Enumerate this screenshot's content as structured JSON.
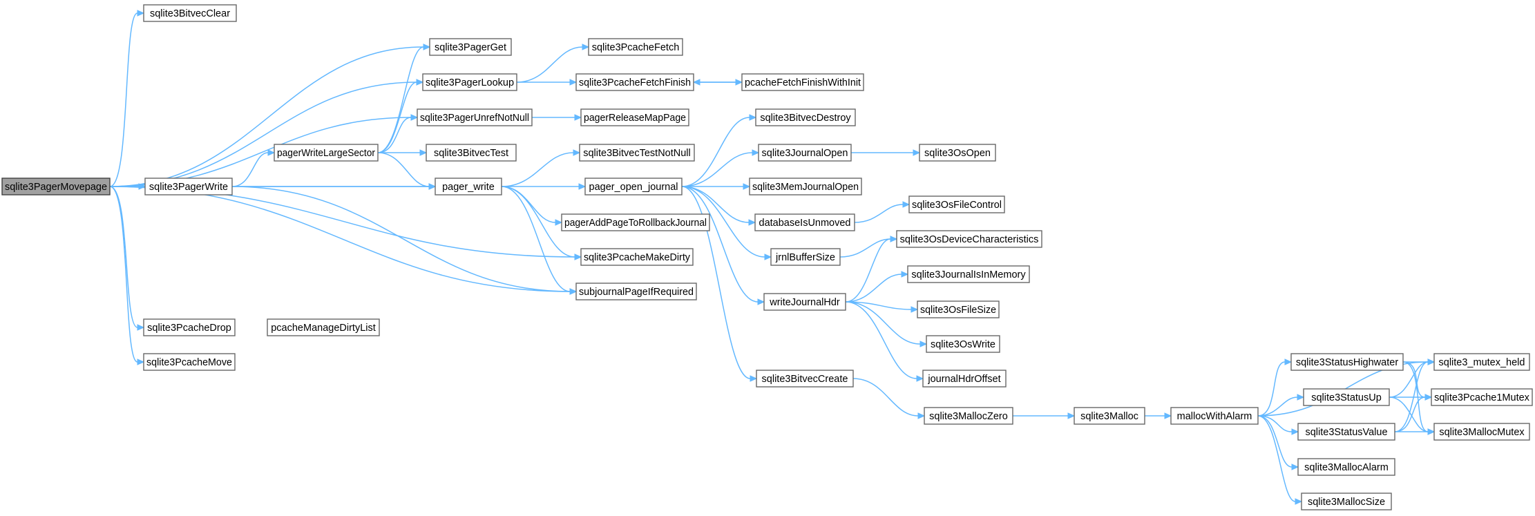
{
  "nodes": [
    {
      "id": "sqlite3PagerMovepage",
      "label": "sqlite3PagerMovepage",
      "root": true
    },
    {
      "id": "sqlite3BitvecClear",
      "label": "sqlite3BitvecClear"
    },
    {
      "id": "sqlite3PagerGet",
      "label": "sqlite3PagerGet"
    },
    {
      "id": "sqlite3PagerLookup",
      "label": "sqlite3PagerLookup"
    },
    {
      "id": "sqlite3PagerUnrefNotNull",
      "label": "sqlite3PagerUnrefNotNull"
    },
    {
      "id": "sqlite3PagerWrite",
      "label": "sqlite3PagerWrite"
    },
    {
      "id": "pagerWriteLargeSector",
      "label": "pagerWriteLargeSector"
    },
    {
      "id": "sqlite3BitvecTest",
      "label": "sqlite3BitvecTest"
    },
    {
      "id": "pager_write",
      "label": "pager_write"
    },
    {
      "id": "sqlite3PcacheFetch",
      "label": "sqlite3PcacheFetch"
    },
    {
      "id": "sqlite3PcacheFetchFinish",
      "label": "sqlite3PcacheFetchFinish"
    },
    {
      "id": "pcacheFetchFinishWithInit",
      "label": "pcacheFetchFinishWithInit"
    },
    {
      "id": "pagerReleaseMapPage",
      "label": "pagerReleaseMapPage"
    },
    {
      "id": "sqlite3BitvecTestNotNull",
      "label": "sqlite3BitvecTestNotNull"
    },
    {
      "id": "pager_open_journal",
      "label": "pager_open_journal"
    },
    {
      "id": "pagerAddPageToRollbackJournal",
      "label": "pagerAddPageToRollbackJournal"
    },
    {
      "id": "sqlite3PcacheMakeDirty",
      "label": "sqlite3PcacheMakeDirty"
    },
    {
      "id": "subjournalPageIfRequired",
      "label": "subjournalPageIfRequired"
    },
    {
      "id": "sqlite3PcacheDrop",
      "label": "sqlite3PcacheDrop"
    },
    {
      "id": "pcacheManageDirtyList",
      "label": "pcacheManageDirtyList"
    },
    {
      "id": "sqlite3PcacheMove",
      "label": "sqlite3PcacheMove"
    },
    {
      "id": "sqlite3BitvecDestroy",
      "label": "sqlite3BitvecDestroy"
    },
    {
      "id": "sqlite3JournalOpen",
      "label": "sqlite3JournalOpen"
    },
    {
      "id": "sqlite3OsOpen",
      "label": "sqlite3OsOpen"
    },
    {
      "id": "sqlite3MemJournalOpen",
      "label": "sqlite3MemJournalOpen"
    },
    {
      "id": "databaseIsUnmoved",
      "label": "databaseIsUnmoved"
    },
    {
      "id": "sqlite3OsFileControl",
      "label": "sqlite3OsFileControl"
    },
    {
      "id": "jrnlBufferSize",
      "label": "jrnlBufferSize"
    },
    {
      "id": "sqlite3OsDeviceCharacteristics",
      "label": "sqlite3OsDeviceCharacteristics"
    },
    {
      "id": "writeJournalHdr",
      "label": "writeJournalHdr"
    },
    {
      "id": "sqlite3JournalIsInMemory",
      "label": "sqlite3JournalIsInMemory"
    },
    {
      "id": "sqlite3OsFileSize",
      "label": "sqlite3OsFileSize"
    },
    {
      "id": "sqlite3OsWrite",
      "label": "sqlite3OsWrite"
    },
    {
      "id": "journalHdrOffset",
      "label": "journalHdrOffset"
    },
    {
      "id": "sqlite3BitvecCreate",
      "label": "sqlite3BitvecCreate"
    },
    {
      "id": "sqlite3MallocZero",
      "label": "sqlite3MallocZero"
    },
    {
      "id": "sqlite3Malloc",
      "label": "sqlite3Malloc"
    },
    {
      "id": "mallocWithAlarm",
      "label": "mallocWithAlarm"
    },
    {
      "id": "sqlite3StatusHighwater",
      "label": "sqlite3StatusHighwater"
    },
    {
      "id": "sqlite3StatusUp",
      "label": "sqlite3StatusUp"
    },
    {
      "id": "sqlite3StatusValue",
      "label": "sqlite3StatusValue"
    },
    {
      "id": "sqlite3MallocAlarm",
      "label": "sqlite3MallocAlarm"
    },
    {
      "id": "sqlite3MallocSize",
      "label": "sqlite3MallocSize"
    },
    {
      "id": "sqlite3_mutex_held",
      "label": "sqlite3_mutex_held"
    },
    {
      "id": "sqlite3Pcache1Mutex",
      "label": "sqlite3Pcache1Mutex"
    },
    {
      "id": "sqlite3MallocMutex",
      "label": "sqlite3MallocMutex"
    }
  ],
  "edges": [
    [
      "sqlite3PagerMovepage",
      "sqlite3BitvecClear"
    ],
    [
      "sqlite3PagerMovepage",
      "sqlite3PagerGet"
    ],
    [
      "sqlite3PagerMovepage",
      "sqlite3PagerLookup"
    ],
    [
      "sqlite3PagerMovepage",
      "sqlite3PagerUnrefNotNull"
    ],
    [
      "sqlite3PagerMovepage",
      "sqlite3PagerWrite"
    ],
    [
      "sqlite3PagerMovepage",
      "pager_write"
    ],
    [
      "sqlite3PagerMovepage",
      "sqlite3PcacheMakeDirty"
    ],
    [
      "sqlite3PagerMovepage",
      "subjournalPageIfRequired"
    ],
    [
      "sqlite3PagerMovepage",
      "sqlite3PcacheDrop"
    ],
    [
      "sqlite3PagerMovepage",
      "sqlite3PcacheMove"
    ],
    [
      "sqlite3PagerWrite",
      "pagerWriteLargeSector"
    ],
    [
      "sqlite3PagerWrite",
      "pager_write"
    ],
    [
      "sqlite3PagerWrite",
      "subjournalPageIfRequired"
    ],
    [
      "pagerWriteLargeSector",
      "sqlite3PagerGet"
    ],
    [
      "pagerWriteLargeSector",
      "sqlite3PagerLookup"
    ],
    [
      "pagerWriteLargeSector",
      "sqlite3PagerUnrefNotNull"
    ],
    [
      "pagerWriteLargeSector",
      "sqlite3BitvecTest"
    ],
    [
      "pagerWriteLargeSector",
      "pager_write"
    ],
    [
      "sqlite3PagerLookup",
      "sqlite3PcacheFetch"
    ],
    [
      "sqlite3PagerLookup",
      "sqlite3PcacheFetchFinish"
    ],
    [
      "sqlite3PcacheFetchFinish",
      "pcacheFetchFinishWithInit"
    ],
    [
      "pcacheFetchFinishWithInit",
      "sqlite3PcacheFetchFinish"
    ],
    [
      "sqlite3PagerUnrefNotNull",
      "pagerReleaseMapPage"
    ],
    [
      "pager_write",
      "sqlite3BitvecTestNotNull"
    ],
    [
      "pager_write",
      "pager_open_journal"
    ],
    [
      "pager_write",
      "pagerAddPageToRollbackJournal"
    ],
    [
      "pager_write",
      "sqlite3PcacheMakeDirty"
    ],
    [
      "pager_write",
      "subjournalPageIfRequired"
    ],
    [
      "pager_open_journal",
      "sqlite3BitvecDestroy"
    ],
    [
      "pager_open_journal",
      "sqlite3JournalOpen"
    ],
    [
      "pager_open_journal",
      "sqlite3MemJournalOpen"
    ],
    [
      "pager_open_journal",
      "databaseIsUnmoved"
    ],
    [
      "pager_open_journal",
      "jrnlBufferSize"
    ],
    [
      "pager_open_journal",
      "writeJournalHdr"
    ],
    [
      "pager_open_journal",
      "sqlite3BitvecCreate"
    ],
    [
      "sqlite3JournalOpen",
      "sqlite3OsOpen"
    ],
    [
      "databaseIsUnmoved",
      "sqlite3OsFileControl"
    ],
    [
      "jrnlBufferSize",
      "sqlite3OsDeviceCharacteristics"
    ],
    [
      "writeJournalHdr",
      "sqlite3OsDeviceCharacteristics"
    ],
    [
      "writeJournalHdr",
      "sqlite3JournalIsInMemory"
    ],
    [
      "writeJournalHdr",
      "sqlite3OsFileSize"
    ],
    [
      "writeJournalHdr",
      "sqlite3OsWrite"
    ],
    [
      "writeJournalHdr",
      "journalHdrOffset"
    ],
    [
      "sqlite3BitvecCreate",
      "sqlite3MallocZero"
    ],
    [
      "sqlite3MallocZero",
      "sqlite3Malloc"
    ],
    [
      "sqlite3Malloc",
      "mallocWithAlarm"
    ],
    [
      "mallocWithAlarm",
      "sqlite3_mutex_held"
    ],
    [
      "mallocWithAlarm",
      "sqlite3StatusHighwater"
    ],
    [
      "mallocWithAlarm",
      "sqlite3StatusUp"
    ],
    [
      "mallocWithAlarm",
      "sqlite3StatusValue"
    ],
    [
      "mallocWithAlarm",
      "sqlite3MallocAlarm"
    ],
    [
      "mallocWithAlarm",
      "sqlite3MallocSize"
    ],
    [
      "sqlite3StatusHighwater",
      "sqlite3_mutex_held"
    ],
    [
      "sqlite3StatusHighwater",
      "sqlite3Pcache1Mutex"
    ],
    [
      "sqlite3StatusHighwater",
      "sqlite3MallocMutex"
    ],
    [
      "sqlite3StatusUp",
      "sqlite3_mutex_held"
    ],
    [
      "sqlite3StatusUp",
      "sqlite3Pcache1Mutex"
    ],
    [
      "sqlite3StatusUp",
      "sqlite3MallocMutex"
    ],
    [
      "sqlite3StatusValue",
      "sqlite3_mutex_held"
    ],
    [
      "sqlite3StatusValue",
      "sqlite3Pcache1Mutex"
    ],
    [
      "sqlite3StatusValue",
      "sqlite3MallocMutex"
    ]
  ],
  "colors": {
    "edge": "#63b8ff",
    "node_border": "#666666",
    "root_fill": "#a0a0a0"
  }
}
